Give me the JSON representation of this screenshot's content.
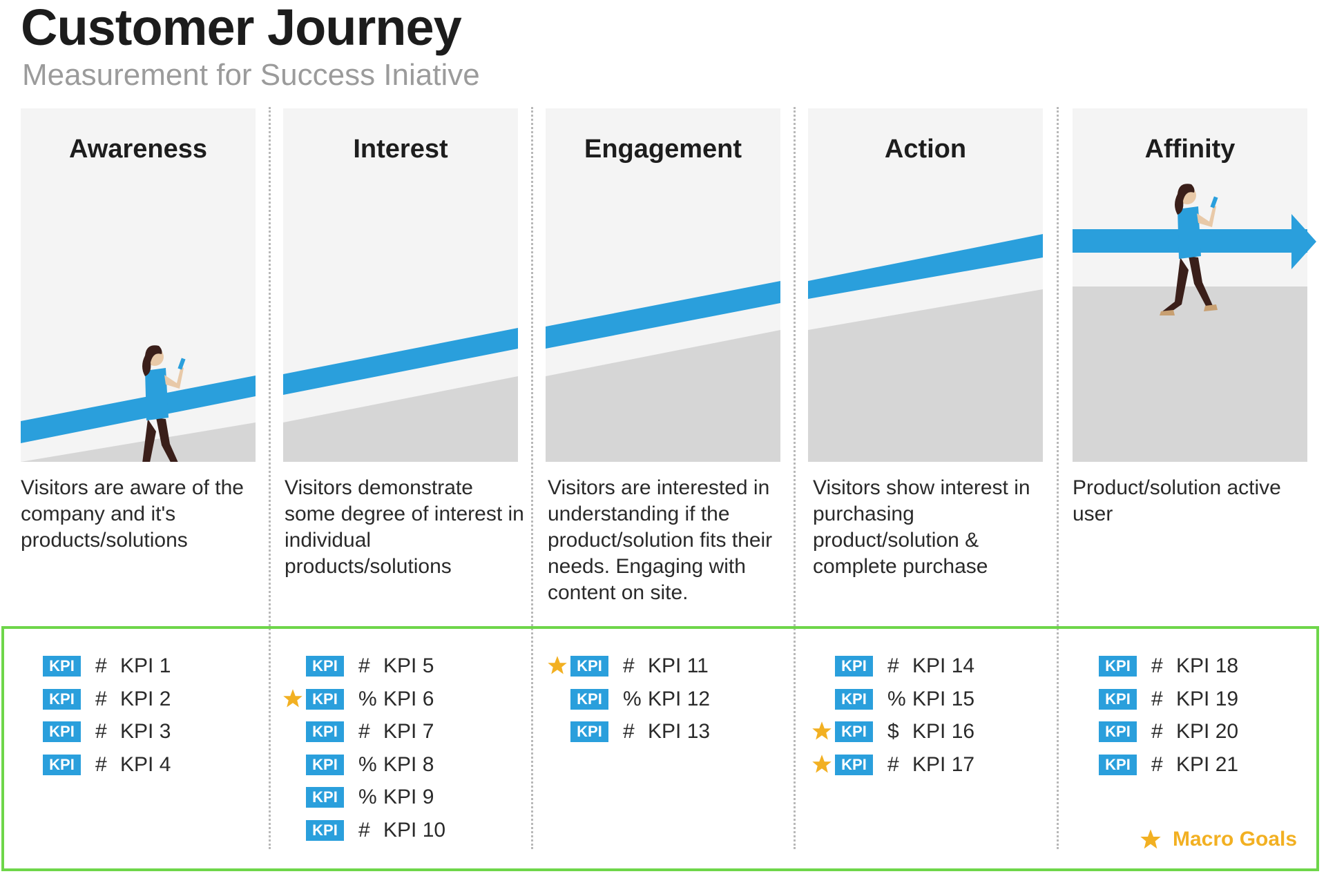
{
  "title": "Customer Journey",
  "subtitle": "Measurement for Success Iniative",
  "colors": {
    "arrow": "#2a9fdc",
    "ramp": "#d6d6d6",
    "panel": "#f4f4f4",
    "kpi_badge": "#2a9fdc",
    "star": "#f2b022",
    "kpi_box_border": "#6ed64a"
  },
  "stages": [
    {
      "title": "Awareness",
      "description": "Visitors are aware of the company and it's products/solutions",
      "kpis": [
        {
          "badge": "KPI",
          "unit": "#",
          "name": "KPI 1",
          "macro": false
        },
        {
          "badge": "KPI",
          "unit": "#",
          "name": "KPI 2",
          "macro": false
        },
        {
          "badge": "KPI",
          "unit": "#",
          "name": "KPI 3",
          "macro": false
        },
        {
          "badge": "KPI",
          "unit": "#",
          "name": "KPI 4",
          "macro": false
        }
      ]
    },
    {
      "title": "Interest",
      "description": "Visitors demonstrate some degree of interest in individual products/solutions",
      "kpis": [
        {
          "badge": "KPI",
          "unit": "#",
          "name": "KPI 5",
          "macro": false
        },
        {
          "badge": "KPI",
          "unit": "%",
          "name": "KPI 6",
          "macro": true
        },
        {
          "badge": "KPI",
          "unit": "#",
          "name": "KPI 7",
          "macro": false
        },
        {
          "badge": "KPI",
          "unit": "%",
          "name": "KPI 8",
          "macro": false
        },
        {
          "badge": "KPI",
          "unit": "%",
          "name": "KPI 9",
          "macro": false
        },
        {
          "badge": "KPI",
          "unit": "#",
          "name": "KPI 10",
          "macro": false
        }
      ]
    },
    {
      "title": "Engagement",
      "description": "Visitors are interested in understanding if the product/solution fits their needs. Engaging with content on site.",
      "kpis": [
        {
          "badge": "KPI",
          "unit": "#",
          "name": "KPI 11",
          "macro": true
        },
        {
          "badge": "KPI",
          "unit": "%",
          "name": "KPI 12",
          "macro": false
        },
        {
          "badge": "KPI",
          "unit": "#",
          "name": "KPI 13",
          "macro": false
        }
      ]
    },
    {
      "title": "Action",
      "description": "Visitors show interest in purchasing product/solution & complete purchase",
      "kpis": [
        {
          "badge": "KPI",
          "unit": "#",
          "name": "KPI 14",
          "macro": false
        },
        {
          "badge": "KPI",
          "unit": "%",
          "name": "KPI 15",
          "macro": false
        },
        {
          "badge": "KPI",
          "unit": "$",
          "name": "KPI 16",
          "macro": true
        },
        {
          "badge": "KPI",
          "unit": "#",
          "name": "KPI 17",
          "macro": true
        }
      ]
    },
    {
      "title": "Affinity",
      "description": "Product/solution active user",
      "kpis": [
        {
          "badge": "KPI",
          "unit": "#",
          "name": "KPI 18",
          "macro": false
        },
        {
          "badge": "KPI",
          "unit": "#",
          "name": "KPI 19",
          "macro": false
        },
        {
          "badge": "KPI",
          "unit": "#",
          "name": "KPI 20",
          "macro": false
        },
        {
          "badge": "KPI",
          "unit": "#",
          "name": "KPI 21",
          "macro": false
        }
      ]
    }
  ],
  "legend": {
    "label": "Macro Goals",
    "icon": "star-icon"
  }
}
